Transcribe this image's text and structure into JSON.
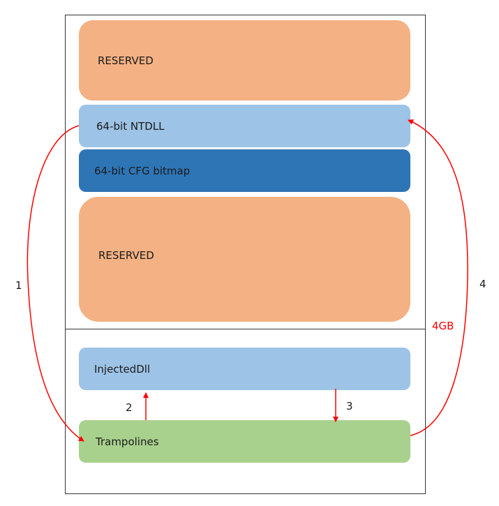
{
  "blocks": [
    {
      "id": "reserved-top",
      "label": "RESERVED",
      "color": "#f4b183"
    },
    {
      "id": "ntdll",
      "label": "64-bit NTDLL",
      "color": "#9dc3e6"
    },
    {
      "id": "cfg",
      "label": "64-bit CFG bitmap",
      "color": "#2e75b6"
    },
    {
      "id": "reserved-bottom",
      "label": "RESERVED",
      "color": "#f4b183"
    },
    {
      "id": "injected",
      "label": "InjectedDll",
      "color": "#9dc3e6"
    },
    {
      "id": "trampolines",
      "label": "Trampolines",
      "color": "#a9d18e"
    }
  ],
  "steps": [
    "1",
    "2",
    "3",
    "4"
  ],
  "boundary_label": "4GB",
  "arrow_color": "#ff0000"
}
